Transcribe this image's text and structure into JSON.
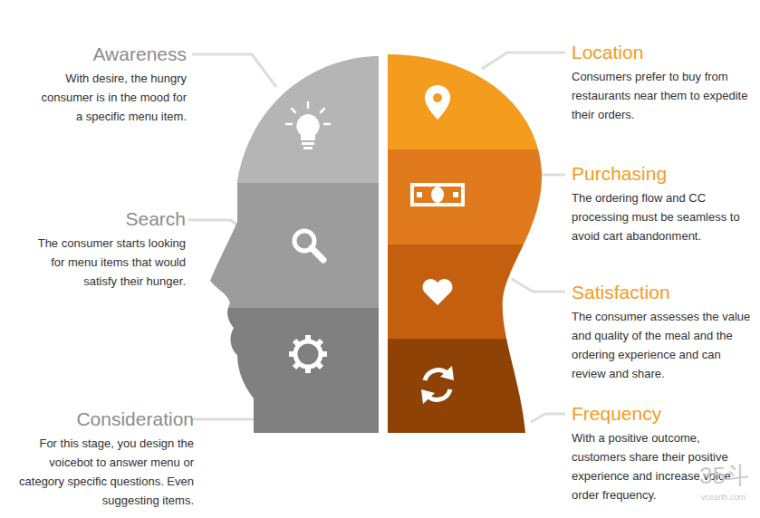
{
  "diagram": {
    "nodes": [
      {
        "text": [
          "Awareness",
          "With desire, the hungry consumer is in the mood for a specific menu item."
        ]
      },
      {
        "text": [
          "Search",
          "The consumer starts looking for menu items that would satisfy their hunger."
        ]
      },
      {
        "text": [
          "Consideration",
          "For this stage, you design the voicebot to answer menu or category specific questions. Even suggesting items."
        ]
      },
      {
        "text": [
          "Location",
          "Consumers prefer to buy from restaurants near them to expedite their orders."
        ]
      },
      {
        "text": [
          "Purchasing",
          "The ordering flow and CC processing must be seamless to avoid cart abandonment."
        ]
      },
      {
        "text": [
          "Satisfaction",
          "The consumer assesses the value and quality of the meal and the ordering experience and can review and share."
        ]
      },
      {
        "text": [
          "Frequency",
          "With a positive outcome, customers share their positive experience and increase voice order frequency."
        ]
      }
    ],
    "labels": [
      "35斗",
      "vcearth.com"
    ]
  }
}
